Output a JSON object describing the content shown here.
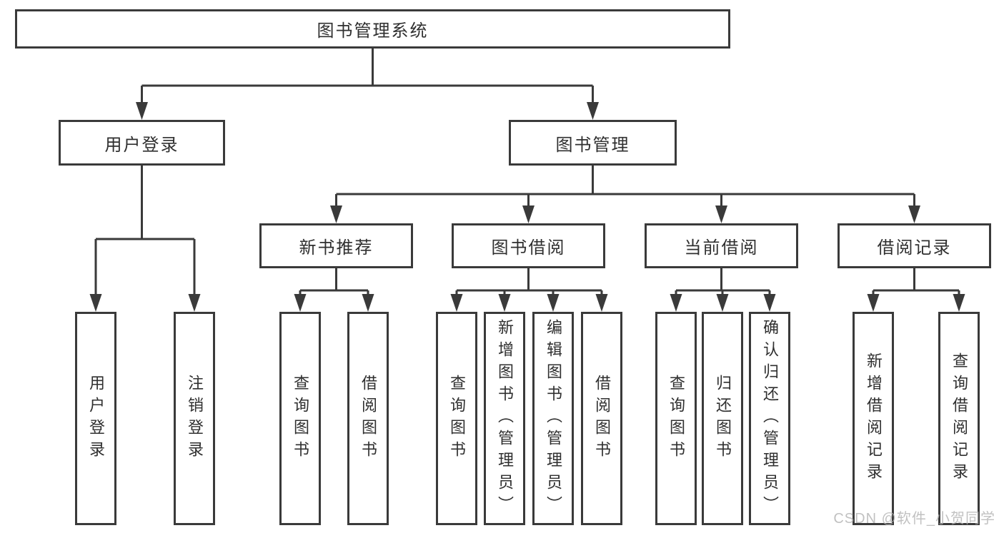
{
  "colors": {
    "line": "#3a3a3a",
    "text": "#2f2f2f",
    "background": "#ffffff",
    "watermark": "#b2b2b2"
  },
  "nodes": {
    "root": {
      "label": "图书管理系统"
    },
    "user_login": {
      "label": "用户登录"
    },
    "book_mgmt": {
      "label": "图书管理"
    },
    "new_book_rec": {
      "label": "新书推荐"
    },
    "book_borrow": {
      "label": "图书借阅"
    },
    "current_borrow": {
      "label": "当前借阅"
    },
    "borrow_records": {
      "label": "借阅记录"
    },
    "leaf_user_login": {
      "label": "用户登录"
    },
    "leaf_logout": {
      "label": "注销登录"
    },
    "leaf_nb_query": {
      "label": "查询图书"
    },
    "leaf_nb_borrow": {
      "label": "借阅图书"
    },
    "leaf_bb_query": {
      "label": "查询图书"
    },
    "leaf_bb_add": {
      "label": "新增图书（管理员）"
    },
    "leaf_bb_edit": {
      "label": "编辑图书（管理员）"
    },
    "leaf_bb_borrow": {
      "label": "借阅图书"
    },
    "leaf_cb_query": {
      "label": "查询图书"
    },
    "leaf_cb_return": {
      "label": "归还图书"
    },
    "leaf_cb_confirm": {
      "label": "确认归还（管理员）"
    },
    "leaf_br_add": {
      "label": "新增借阅记录"
    },
    "leaf_br_query": {
      "label": "查询借阅记录"
    }
  },
  "watermark": {
    "text": "CSDN @软件_小贺同学"
  }
}
